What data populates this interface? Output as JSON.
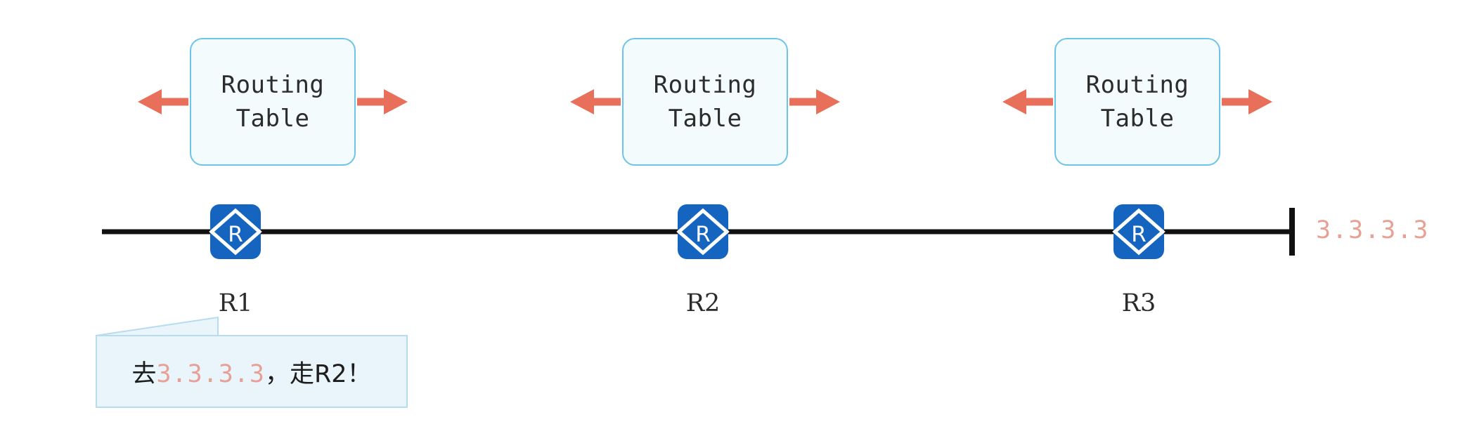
{
  "diagram": {
    "title": "Router hop-by-hop forwarding with routing tables",
    "background_color": "#ffffff",
    "colors": {
      "router_blue": "#1565c0",
      "box_border_blue": "#6cc5e8",
      "box_fill": "#f3fbfd",
      "arrow_salmon": "#e8705a",
      "ip_salmon": "#e8a096",
      "link_black": "#111111",
      "callout_fill": "#e9f5fb",
      "callout_border": "#b6dcee"
    }
  },
  "routing_tables": [
    {
      "line1": "Routing",
      "line2": "Table",
      "left_arrow": "arrow-left-icon",
      "right_arrow": "arrow-right-icon"
    },
    {
      "line1": "Routing",
      "line2": "Table",
      "left_arrow": "arrow-left-icon",
      "right_arrow": "arrow-right-icon"
    },
    {
      "line1": "Routing",
      "line2": "Table",
      "left_arrow": "arrow-left-icon",
      "right_arrow": "arrow-right-icon"
    }
  ],
  "routers": [
    {
      "label": "R1",
      "icon": "router-icon",
      "glyph": "R"
    },
    {
      "label": "R2",
      "icon": "router-icon",
      "glyph": "R"
    },
    {
      "label": "R3",
      "icon": "router-icon",
      "glyph": "R"
    }
  ],
  "destination": {
    "ip": "3.3.3.3",
    "terminator": "link-end-tick"
  },
  "callout": {
    "prefix": "去",
    "ip": "3.3.3.3",
    "suffix": "，走R2！",
    "full_text": "去3.3.3.3，走R2！"
  }
}
